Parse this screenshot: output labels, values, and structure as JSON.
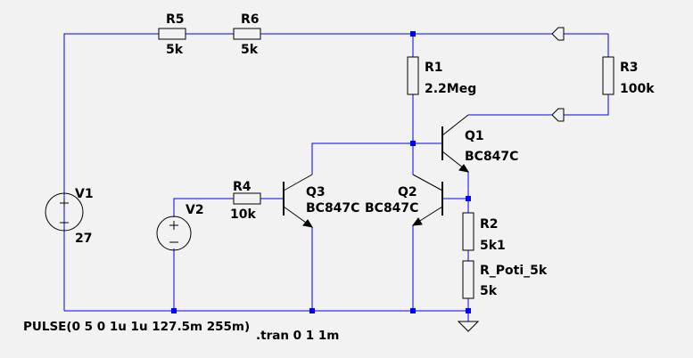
{
  "colors": {
    "background": "#f2f2f2",
    "wire": "#0000ff",
    "component": "#000000",
    "junction": "#0000ff"
  },
  "components": {
    "r5": {
      "name": "R5",
      "value": "5k"
    },
    "r6": {
      "name": "R6",
      "value": "5k"
    },
    "r1": {
      "name": "R1",
      "value": "2.2Meg"
    },
    "r3": {
      "name": "R3",
      "value": "100k"
    },
    "r4": {
      "name": "R4",
      "value": "10k"
    },
    "r2": {
      "name": "R2",
      "value": "5k1"
    },
    "rpoti": {
      "name": "R_Poti_5k",
      "value": "5k"
    },
    "v1": {
      "name": "V1",
      "value": "27"
    },
    "v2": {
      "name": "V2"
    },
    "q1": {
      "name": "Q1",
      "model": "BC847C"
    },
    "q2": {
      "name": "Q2",
      "model": "BC847C"
    },
    "q3": {
      "name": "Q3",
      "model": "BC847C"
    }
  },
  "directives": {
    "pulse": "PULSE(0 5 0 1u 1u 127.5m 255m)",
    "tran": ".tran 0 1 1m"
  },
  "icons": [
    "resistor-symbol",
    "voltage-source-symbol",
    "npn-transistor-symbol",
    "ground-symbol",
    "net-flag-symbol"
  ]
}
